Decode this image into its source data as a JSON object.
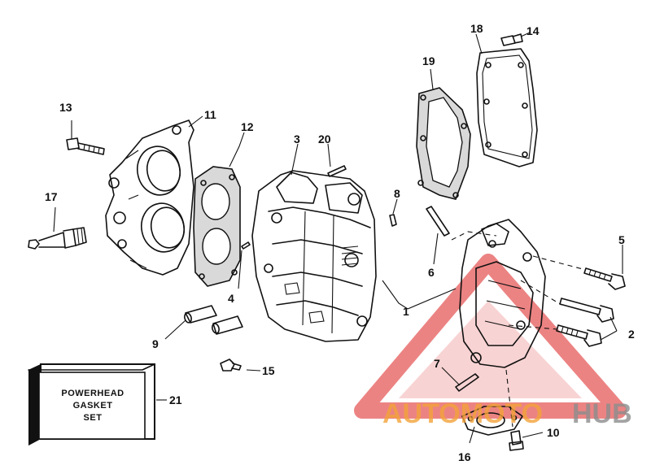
{
  "diagram": {
    "part_numbers": [
      "1",
      "2",
      "3",
      "4",
      "5",
      "6",
      "7",
      "8",
      "9",
      "10",
      "11",
      "12",
      "13",
      "14",
      "15",
      "16",
      "17",
      "18",
      "19",
      "20",
      "21"
    ],
    "gasket_set_box": {
      "line1": "POWERHEAD",
      "line2": "GASKET",
      "line3": "SET"
    }
  },
  "watermark": {
    "brand_part1": "AUTOMOTO",
    "brand_part2": "HUB",
    "color_primary": "#f3a33a",
    "color_secondary": "#8d8d8d",
    "triangle_color": "#e65a5a"
  }
}
